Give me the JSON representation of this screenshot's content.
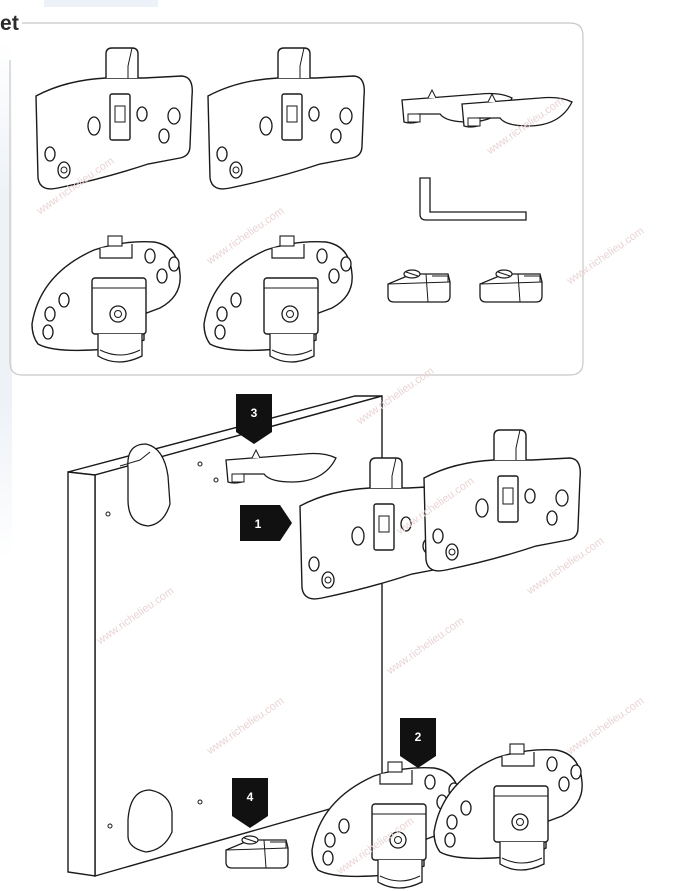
{
  "header": {
    "title_fragment": "et"
  },
  "watermark": {
    "text": "www.richelieu.com",
    "color": "#e8d0d0"
  },
  "kit_box": {
    "border_color": "#c8c8c8"
  },
  "steps": [
    {
      "number": "1",
      "points": "right"
    },
    {
      "number": "2",
      "points": "down"
    },
    {
      "number": "3",
      "points": "down"
    },
    {
      "number": "4",
      "points": "down"
    }
  ],
  "colors": {
    "line": "#1a1a1a",
    "badge": "#111111",
    "badge_text": "#ffffff"
  }
}
